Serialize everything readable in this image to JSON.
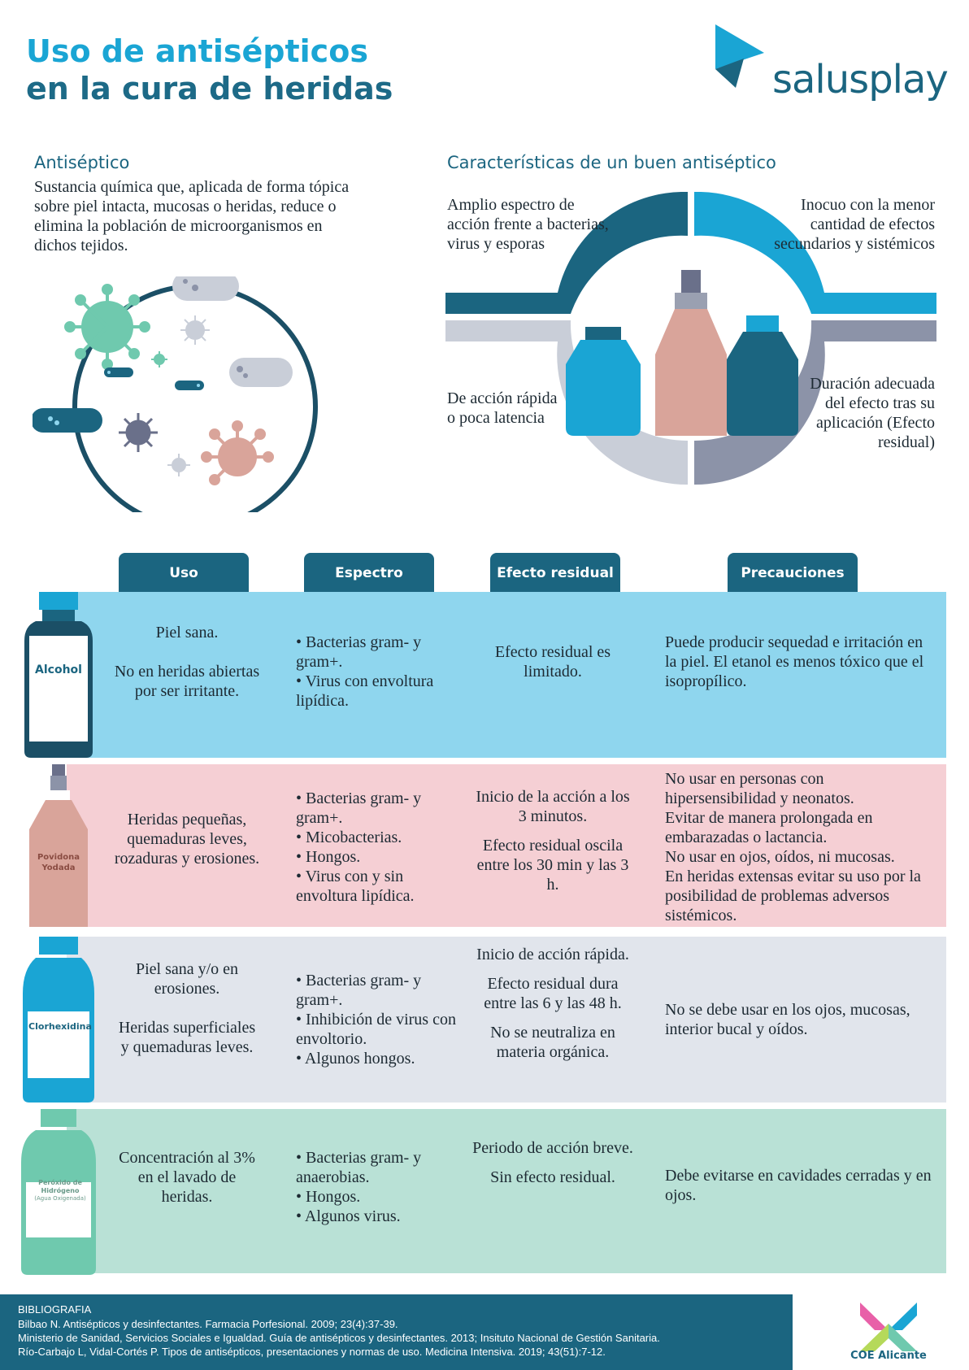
{
  "header": {
    "title_line1": "Uso de antisépticos",
    "title_line2": "en la cura de heridas",
    "brand": "salusplay"
  },
  "definition": {
    "heading": "Antiséptico",
    "body": "Sustancia química que, aplicada de forma tópica sobre piel intacta, mucosas o heridas, reduce o elimina la población de microorganismos en dichos tejidos."
  },
  "characteristics": {
    "heading": "Características de un buen antiséptico",
    "items": [
      "Amplio espectro de acción frente a bacterias, virus y esporas",
      "Inocuo con la menor cantidad de efectos secundarios y sistémicos",
      "De acción rápida o poca latencia",
      "Duración adecuada del efecto tras su aplicación (Efecto residual)"
    ]
  },
  "table": {
    "headers": [
      "Uso",
      "Espectro",
      "Efecto residual",
      "Precauciones"
    ],
    "rows": [
      {
        "name": "Alcohol",
        "uso": [
          "Piel sana.",
          "No en heridas abiertas por ser irritante."
        ],
        "espectro": [
          "• Bacterias gram- y gram+.",
          "• Virus con envoltura lipídica."
        ],
        "efecto": [
          "Efecto residual es limitado."
        ],
        "precauciones": [
          "Puede producir sequedad e irritación en la piel. El etanol es menos tóxico que el isopropílico."
        ]
      },
      {
        "name": "Povidona Yodada",
        "uso": [
          "Heridas pequeñas, quemaduras leves, rozaduras y erosiones."
        ],
        "espectro": [
          "• Bacterias gram- y gram+.",
          "• Micobacterias.",
          "• Hongos.",
          "• Virus con y sin envoltura lipídica."
        ],
        "efecto": [
          "Inicio de la acción a los 3 minutos.",
          "Efecto residual oscila entre los 30 min y las 3 h."
        ],
        "precauciones": [
          "No usar en personas con hipersensibilidad y neonatos.",
          "Evitar de manera prolongada en embarazadas o lactancia.",
          "No usar en ojos, oídos, ni mucosas.",
          "En heridas extensas evitar su uso por la posibilidad de problemas adversos sistémicos."
        ]
      },
      {
        "name": "Clorhexidina",
        "uso": [
          "Piel sana y/o en erosiones.",
          "Heridas superficiales y quemaduras leves."
        ],
        "espectro": [
          "• Bacterias gram- y gram+.",
          "• Inhibición de virus con envoltorio.",
          "• Algunos hongos."
        ],
        "efecto": [
          "Inicio de acción rápida.",
          "Efecto residual dura entre las 6 y las 48 h.",
          "No se neutraliza en materia orgánica."
        ],
        "precauciones": [
          "No se debe usar en los ojos, mucosas, interior bucal y oídos."
        ]
      },
      {
        "name": "Peróxido de Hidrógeno",
        "name_sub": "(Agua Oxigenada)",
        "uso": [
          "Concentración al 3% en el lavado de heridas."
        ],
        "espectro": [
          "• Bacterias gram- y anaerobias.",
          "• Hongos.",
          "• Algunos virus."
        ],
        "efecto": [
          "Periodo de acción breve.",
          "Sin efecto residual."
        ],
        "precauciones": [
          "Debe evitarse en cavidades cerradas y en ojos."
        ]
      }
    ]
  },
  "bibliography": {
    "heading": "BIBLIOGRAFIA",
    "refs": [
      "Bilbao N. Antisépticos y desinfectantes. Farmacia Porfesional. 2009; 23(4):37-39.",
      "Ministerio de Sanidad, Servicios Sociales e Igualdad. Guía de antisépticos y desinfectantes. 2013; Insituto Nacional de Gestión Sanitaria.",
      "Río-Carbajo L, Vidal-Cortés P. Tipos de antisépticos, presentaciones y normas de uso. Medicina Intensiva. 2019; 43(51):7-12."
    ]
  },
  "coe": {
    "label": "COE Alicante"
  },
  "colors": {
    "primary": "#1b6580",
    "accent": "#1aa5d4",
    "alcohol_row": "#8fd6ee",
    "povidona_row": "#f5cfd4",
    "clorhexidina_row": "#e1e5ec",
    "peroxido_row": "#b9e1d6"
  }
}
